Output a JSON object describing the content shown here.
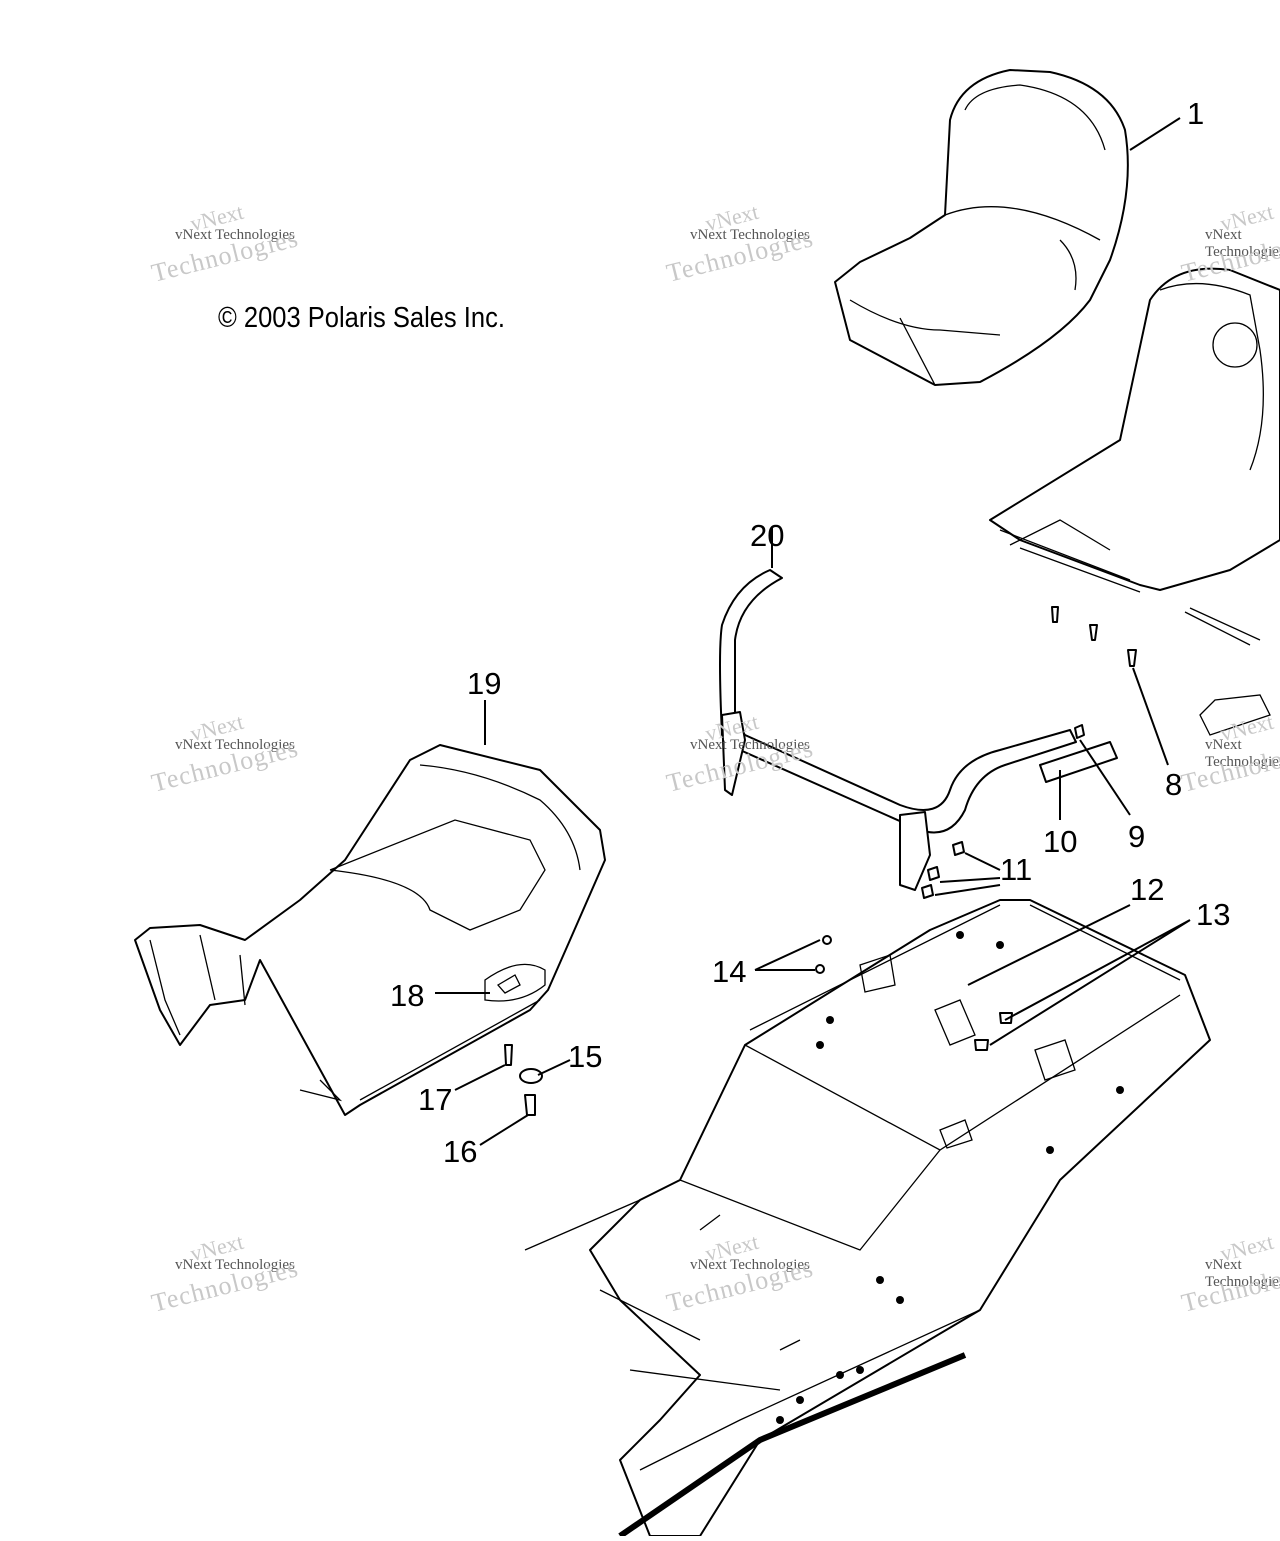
{
  "copyright": "© 2003 Polaris Sales Inc.",
  "watermark": {
    "line1": "vNext",
    "line2": "vNext Technologies",
    "line3": "Technologies"
  },
  "callouts": [
    "1",
    "8",
    "9",
    "10",
    "11",
    "12",
    "13",
    "14",
    "15",
    "16",
    "17",
    "18",
    "19",
    "20"
  ]
}
